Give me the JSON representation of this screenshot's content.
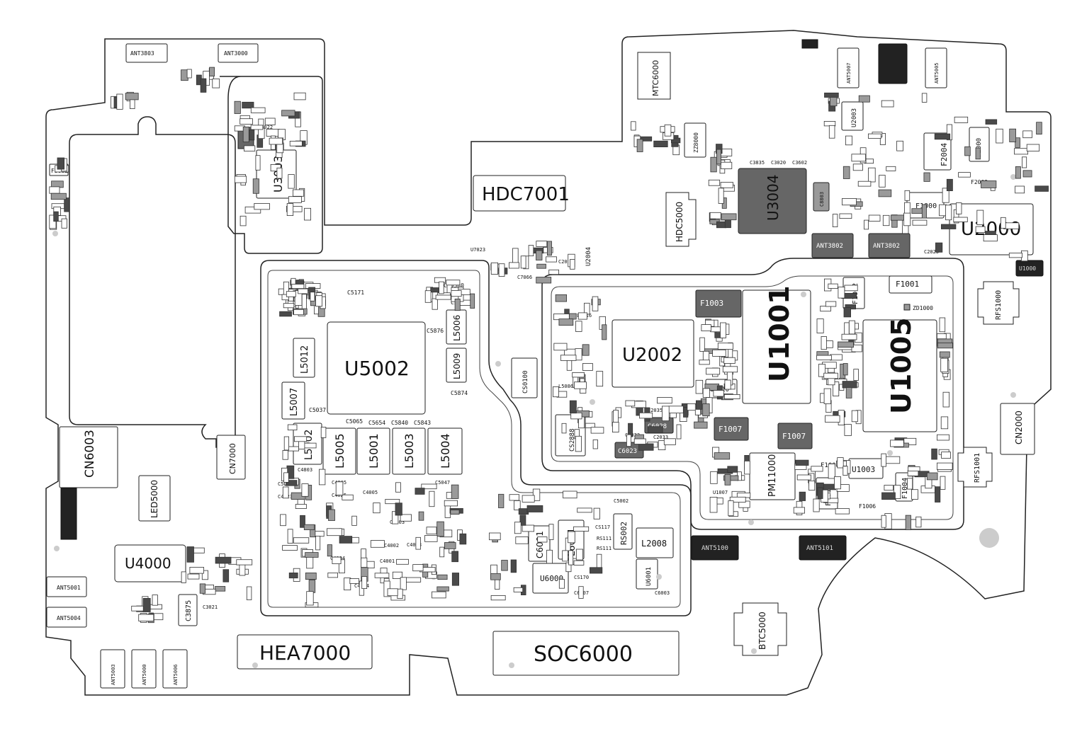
{
  "major_labels": {
    "hdc7001": "HDC7001",
    "u5002": "U5002",
    "u2002": "U2002",
    "u1001": "U1001",
    "u1005": "U1005",
    "u2000": "U2000",
    "u3004": "U3004",
    "u3003": "U3003",
    "u4000": "U4000",
    "hea7000": "HEA7000",
    "soc6000": "SOC6000",
    "cn6003": "CN6003",
    "cn7000": "CN7000",
    "cn2000": "CN2000",
    "hdc5000": "HDC5000",
    "mtc6000": "MTC6000",
    "btc5000": "BTC5000",
    "led5000": "LED5000",
    "c3875": "C3875",
    "rfs1000": "RFS1000",
    "rfs1001": "RFS1001",
    "u1000": "U1000",
    "u1003": "U1003",
    "u1010": "U1010",
    "pm11000": "PM11000",
    "l5001": "L5001",
    "l5002": "L5002",
    "l5003": "L5003",
    "l5004": "L5004",
    "l5005": "L5005",
    "l5006": "L5006",
    "l5007": "L5007",
    "l5009": "L5009",
    "l5012": "L5012",
    "l6001": "L6001",
    "l2008": "L2008",
    "l2016": "L2016",
    "c6001": "C6001",
    "u6000": "U6000",
    "u6001": "U6001",
    "u2004": "U2004",
    "u2003": "U2003",
    "u1007": "U1007",
    "rs002": "RS002",
    "cs0100": "CS0100",
    "f1000": "F1000",
    "f1001": "F1001",
    "f1002": "F1002",
    "f1003": "F1003",
    "f1004": "F1004",
    "f1006": "F1006",
    "f1007a": "F1007",
    "f1007b": "F1007",
    "f1008": "F1008",
    "f1010": "F1010",
    "f2000": "F2000",
    "f2002": "F2002",
    "f2004": "F2004",
    "f3002": "F3002",
    "zd1000": "ZD1000",
    "c6023": "C6023",
    "c6028": "C6028",
    "c2053": "C2053",
    "c7066": "C7066",
    "u7023": "U7023",
    "l8022": "L8022",
    "cs5580": "CS5580",
    "c5060": "C5060",
    "c5874": "C5874",
    "c5876": "C5876",
    "c5037": "C5037",
    "c5065": "C5065",
    "c5654": "C5654",
    "c5840": "C5840",
    "c5843": "C5843",
    "c5171": "C5171",
    "cs117": "CS117",
    "rs111a": "RS111",
    "rs111b": "RS111",
    "cs170": "CS170",
    "c6007": "C6007",
    "c6003": "C6003",
    "c4001": "C4001",
    "c4002": "C4002",
    "c4003": "C4003",
    "c4004": "C4004",
    "c4624": "C4624",
    "c4023": "C4023",
    "c4025": "C4025",
    "c4005": "C4005",
    "c4803": "C4803",
    "c4805": "C4805",
    "c5003": "C5003",
    "c5037b": "C5037",
    "c5047": "C5047",
    "c5002": "C5002",
    "c2035": "C2035",
    "c2033a": "C2033",
    "c2033b": "C2033",
    "c3021": "C3021",
    "c3835": "C3835",
    "c3020": "C3020",
    "c3602": "C3602",
    "c2025": "C2025",
    "ant3802a": "ANT3802",
    "ant3802b": "ANT3802",
    "ant3803": "ANT3803",
    "ant3000": "ANT3000",
    "ant5001": "ANT5001",
    "ant5004": "ANT5004",
    "ant5003": "ANT5003",
    "ant5000": "ANT5000",
    "ant5006": "ANT5006",
    "ant5100": "ANT5100",
    "ant5101": "ANT5101",
    "ant5007": "ANT5007",
    "ant5005": "ANT5005",
    "zz8000": "ZZ8000",
    "c8803": "C8803",
    "l5086": "L5086",
    "cs2888": "CS2888"
  },
  "colors": {
    "board_outline": "#222222",
    "component_dark": "#222222",
    "component_mid": "#999999",
    "component_shadow": "#666666",
    "background": "#ffffff"
  }
}
